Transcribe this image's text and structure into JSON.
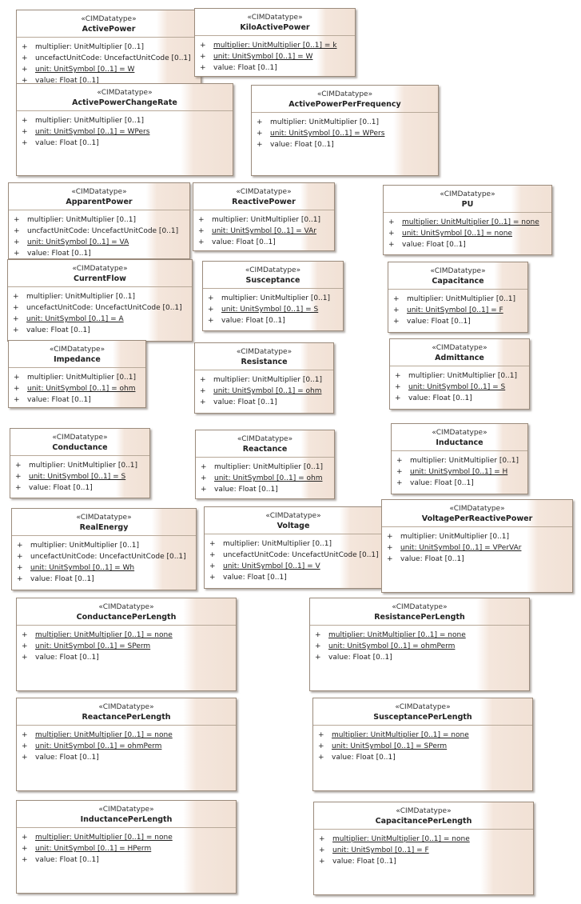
{
  "diagram": {
    "classes": [
      {
        "stereotype": "«CIMDatatype»",
        "name": "ActivePower",
        "attributes": [
          {
            "vis": "+",
            "text": "multiplier: UnitMultiplier [0..1]",
            "underline": false
          },
          {
            "vis": "+",
            "text": "uncefactUnitCode: UncefactUnitCode [0..1]",
            "underline": false
          },
          {
            "vis": "+",
            "text": "unit: UnitSymbol [0..1] = W",
            "underline": true
          },
          {
            "vis": "+",
            "text": "value: Float [0..1]",
            "underline": false
          }
        ]
      },
      {
        "stereotype": "«CIMDatatype»",
        "name": "KiloActivePower",
        "attributes": [
          {
            "vis": "+",
            "text": "multiplier: UnitMultiplier [0..1] = k",
            "underline": true
          },
          {
            "vis": "+",
            "text": "unit: UnitSymbol [0..1] = W",
            "underline": true
          },
          {
            "vis": "+",
            "text": "value: Float [0..1]",
            "underline": false
          }
        ]
      },
      {
        "stereotype": "«CIMDatatype»",
        "name": "ActivePowerChangeRate",
        "attributes": [
          {
            "vis": "+",
            "text": "multiplier: UnitMultiplier [0..1]",
            "underline": false
          },
          {
            "vis": "+",
            "text": "unit: UnitSymbol [0..1] = WPers",
            "underline": true
          },
          {
            "vis": "+",
            "text": "value: Float [0..1]",
            "underline": false
          }
        ]
      },
      {
        "stereotype": "«CIMDatatype»",
        "name": "ActivePowerPerFrequency",
        "attributes": [
          {
            "vis": "+",
            "text": "multiplier: UnitMultiplier [0..1]",
            "underline": false
          },
          {
            "vis": "+",
            "text": "unit: UnitSymbol [0..1] = WPers",
            "underline": true
          },
          {
            "vis": "+",
            "text": "value: Float [0..1]",
            "underline": false
          }
        ]
      },
      {
        "stereotype": "«CIMDatatype»",
        "name": "ApparentPower",
        "attributes": [
          {
            "vis": "+",
            "text": "multiplier: UnitMultiplier [0..1]",
            "underline": false
          },
          {
            "vis": "+",
            "text": "uncfactUnitCode: UncefactUnitCode [0..1]",
            "underline": false
          },
          {
            "vis": "+",
            "text": "unit: UnitSymbol [0..1] = VA",
            "underline": true
          },
          {
            "vis": "+",
            "text": "value: Float [0..1]",
            "underline": false
          }
        ]
      },
      {
        "stereotype": "«CIMDatatype»",
        "name": "ReactivePower",
        "attributes": [
          {
            "vis": "+",
            "text": "multiplier: UnitMultiplier [0..1]",
            "underline": false
          },
          {
            "vis": "+",
            "text": "unit: UnitSymbol [0..1] = VAr",
            "underline": true
          },
          {
            "vis": "+",
            "text": "value: Float [0..1]",
            "underline": false
          }
        ]
      },
      {
        "stereotype": "«CIMDatatype»",
        "name": "PU",
        "attributes": [
          {
            "vis": "+",
            "text": "multiplier: UnitMultiplier [0..1] = none",
            "underline": true
          },
          {
            "vis": "+",
            "text": "unit: UnitSymbol [0..1] = none",
            "underline": true
          },
          {
            "vis": "+",
            "text": "value: Float [0..1]",
            "underline": false
          }
        ]
      },
      {
        "stereotype": "«CIMDatatype»",
        "name": "CurrentFlow",
        "attributes": [
          {
            "vis": "+",
            "text": "multiplier: UnitMultiplier [0..1]",
            "underline": false
          },
          {
            "vis": "+",
            "text": "uncefactUnitCode: UncefactUnitCode [0..1]",
            "underline": false
          },
          {
            "vis": "+",
            "text": "unit: UnitSymbol [0..1] = A",
            "underline": true
          },
          {
            "vis": "+",
            "text": "value: Float [0..1]",
            "underline": false
          }
        ]
      },
      {
        "stereotype": "«CIMDatatype»",
        "name": "Susceptance",
        "attributes": [
          {
            "vis": "+",
            "text": "multiplier: UnitMultiplier [0..1]",
            "underline": false
          },
          {
            "vis": "+",
            "text": "unit: UnitSymbol [0..1] = S",
            "underline": true
          },
          {
            "vis": "+",
            "text": "value: Float [0..1]",
            "underline": false
          }
        ]
      },
      {
        "stereotype": "«CIMDatatype»",
        "name": "Capacitance",
        "attributes": [
          {
            "vis": "+",
            "text": "multiplier: UnitMultiplier [0..1]",
            "underline": false
          },
          {
            "vis": "+",
            "text": "unit: UnitSymbol [0..1] = F",
            "underline": true
          },
          {
            "vis": "+",
            "text": "value: Float [0..1]",
            "underline": false
          }
        ]
      },
      {
        "stereotype": "«CIMDatatype»",
        "name": "Impedance",
        "attributes": [
          {
            "vis": "+",
            "text": "multiplier: UnitMultiplier [0..1]",
            "underline": false
          },
          {
            "vis": "+",
            "text": "unit: UnitSymbol [0..1] = ohm",
            "underline": true
          },
          {
            "vis": "+",
            "text": "value: Float [0..1]",
            "underline": false
          }
        ]
      },
      {
        "stereotype": "«CIMDatatype»",
        "name": "Resistance",
        "attributes": [
          {
            "vis": "+",
            "text": "multiplier: UnitMultiplier [0..1]",
            "underline": false
          },
          {
            "vis": "+",
            "text": "unit: UnitSymbol [0..1] = ohm",
            "underline": true
          },
          {
            "vis": "+",
            "text": "value: Float [0..1]",
            "underline": false
          }
        ]
      },
      {
        "stereotype": "«CIMDatatype»",
        "name": "Admittance",
        "attributes": [
          {
            "vis": "+",
            "text": "multiplier: UnitMultiplier [0..1]",
            "underline": false
          },
          {
            "vis": "+",
            "text": "unit: UnitSymbol [0..1] = S",
            "underline": true
          },
          {
            "vis": "+",
            "text": "value: Float [0..1]",
            "underline": false
          }
        ]
      },
      {
        "stereotype": "«CIMDatatype»",
        "name": "Conductance",
        "attributes": [
          {
            "vis": "+",
            "text": "multiplier: UnitMultiplier [0..1]",
            "underline": false
          },
          {
            "vis": "+",
            "text": "unit: UnitSymbol [0..1] = S",
            "underline": true
          },
          {
            "vis": "+",
            "text": "value: Float [0..1]",
            "underline": false
          }
        ]
      },
      {
        "stereotype": "«CIMDatatype»",
        "name": "Reactance",
        "attributes": [
          {
            "vis": "+",
            "text": "multiplier: UnitMultiplier [0..1]",
            "underline": false
          },
          {
            "vis": "+",
            "text": "unit: UnitSymbol [0..1] = ohm",
            "underline": true
          },
          {
            "vis": "+",
            "text": "value: Float [0..1]",
            "underline": false
          }
        ]
      },
      {
        "stereotype": "«CIMDatatype»",
        "name": "Inductance",
        "attributes": [
          {
            "vis": "+",
            "text": "multiplier: UnitMultiplier [0..1]",
            "underline": false
          },
          {
            "vis": "+",
            "text": "unit: UnitSymbol [0..1] = H",
            "underline": true
          },
          {
            "vis": "+",
            "text": "value: Float [0..1]",
            "underline": false
          }
        ]
      },
      {
        "stereotype": "«CIMDatatype»",
        "name": "RealEnergy",
        "attributes": [
          {
            "vis": "+",
            "text": "multiplier: UnitMultiplier [0..1]",
            "underline": false
          },
          {
            "vis": "+",
            "text": "uncefactUnitCode: UncefactUnitCode [0..1]",
            "underline": false
          },
          {
            "vis": "+",
            "text": "unit: UnitSymbol [0..1] = Wh",
            "underline": true
          },
          {
            "vis": "+",
            "text": "value: Float [0..1]",
            "underline": false
          }
        ]
      },
      {
        "stereotype": "«CIMDatatype»",
        "name": "Voltage",
        "attributes": [
          {
            "vis": "+",
            "text": "multiplier: UnitMultiplier [0..1]",
            "underline": false
          },
          {
            "vis": "+",
            "text": "uncefactUnitCode: UncefactUnitCode [0..1]",
            "underline": false
          },
          {
            "vis": "+",
            "text": "unit: UnitSymbol [0..1] = V",
            "underline": true
          },
          {
            "vis": "+",
            "text": "value: Float [0..1]",
            "underline": false
          }
        ]
      },
      {
        "stereotype": "«CIMDatatype»",
        "name": "VoltagePerReactivePower",
        "attributes": [
          {
            "vis": "+",
            "text": "multiplier: UnitMultiplier [0..1]",
            "underline": false
          },
          {
            "vis": "+",
            "text": "unit: UnitSymbol [0..1] = VPerVAr",
            "underline": true
          },
          {
            "vis": "+",
            "text": "value: Float [0..1]",
            "underline": false
          }
        ]
      },
      {
        "stereotype": "«CIMDatatype»",
        "name": "ConductancePerLength",
        "attributes": [
          {
            "vis": "+",
            "text": "multiplier: UnitMultiplier [0..1] = none",
            "underline": true
          },
          {
            "vis": "+",
            "text": "unit: UnitSymbol [0..1] = SPerm",
            "underline": true
          },
          {
            "vis": "+",
            "text": "value: Float [0..1]",
            "underline": false
          }
        ]
      },
      {
        "stereotype": "«CIMDatatype»",
        "name": "ResistancePerLength",
        "attributes": [
          {
            "vis": "+",
            "text": "multiplier: UnitMultiplier [0..1] = none",
            "underline": true
          },
          {
            "vis": "+",
            "text": "unit: UnitSymbol [0..1] = ohmPerm",
            "underline": true
          },
          {
            "vis": "+",
            "text": "value: Float [0..1]",
            "underline": false
          }
        ]
      },
      {
        "stereotype": "«CIMDatatype»",
        "name": "ReactancePerLength",
        "attributes": [
          {
            "vis": "+",
            "text": "multiplier: UnitMultiplier [0..1] = none",
            "underline": true
          },
          {
            "vis": "+",
            "text": "unit: UnitSymbol [0..1] = ohmPerm",
            "underline": true
          },
          {
            "vis": "+",
            "text": "value: Float [0..1]",
            "underline": false
          }
        ]
      },
      {
        "stereotype": "«CIMDatatype»",
        "name": "SusceptancePerLength",
        "attributes": [
          {
            "vis": "+",
            "text": "multiplier: UnitMultiplier [0..1] = none",
            "underline": true
          },
          {
            "vis": "+",
            "text": "unit: UnitSymbol [0..1] = SPerm",
            "underline": true
          },
          {
            "vis": "+",
            "text": "value: Float [0..1]",
            "underline": false
          }
        ]
      },
      {
        "stereotype": "«CIMDatatype»",
        "name": "InductancePerLength",
        "attributes": [
          {
            "vis": "+",
            "text": "multiplier: UnitMultiplier [0..1] = none",
            "underline": true
          },
          {
            "vis": "+",
            "text": "unit: UnitSymbol [0..1] = HPerm",
            "underline": true
          },
          {
            "vis": "+",
            "text": "value: Float [0..1]",
            "underline": false
          }
        ]
      },
      {
        "stereotype": "«CIMDatatype»",
        "name": "CapacitancePerLength",
        "attributes": [
          {
            "vis": "+",
            "text": "multiplier: UnitMultiplier [0..1] = none",
            "underline": true
          },
          {
            "vis": "+",
            "text": "unit: UnitSymbol [0..1] = F",
            "underline": true
          },
          {
            "vis": "+",
            "text": "value: Float [0..1]",
            "underline": false
          }
        ]
      }
    ]
  }
}
